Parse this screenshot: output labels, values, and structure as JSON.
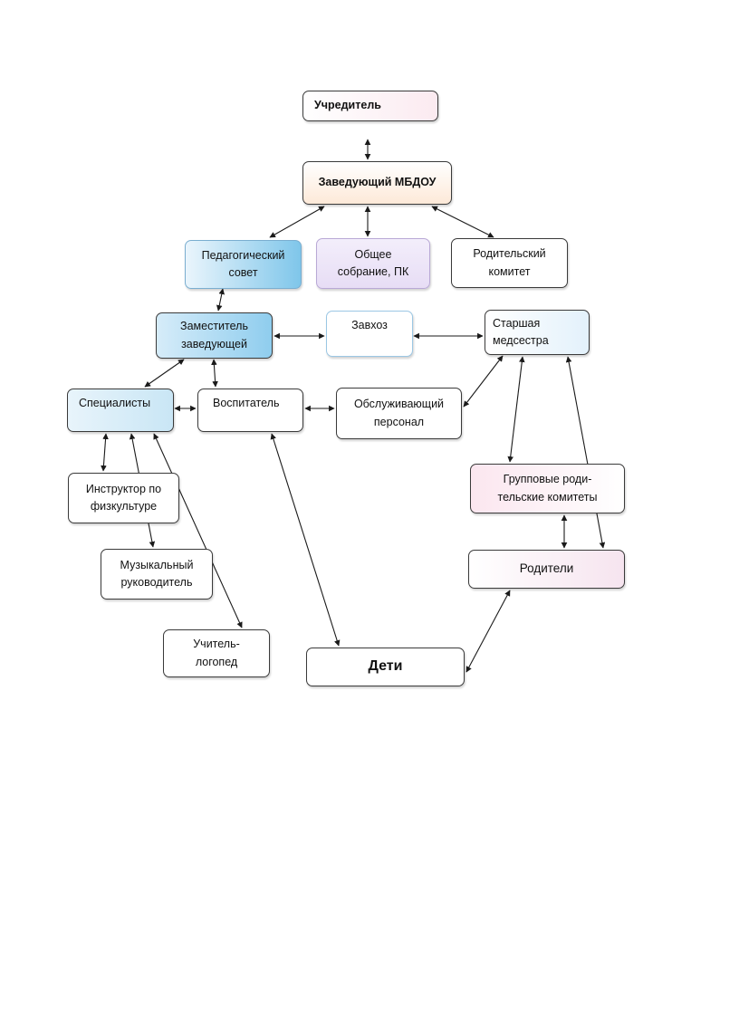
{
  "nodes": {
    "founder": "Учредитель",
    "head": "Заведующий МБДОУ",
    "pedagogical_council": "Педагогический\nсовет",
    "general_meeting": "Общее\nсобрание, ПК",
    "parent_committee": "Родительский\nкомитет",
    "deputy": "Заместитель\nзаведующей",
    "zavhoz": "Завхоз",
    "head_nurse": "Старшая\nмедсестра",
    "specialists": "Специалисты",
    "educator": "Воспитатель",
    "service_staff": "Обслуживающий\nперсонал",
    "pe_instructor": "Инструктор по\nфизкультуре",
    "group_committees": "Групповые роди-\nтельские комитеты",
    "music_director": "Музыкальный\nруководитель",
    "parents": "Родители",
    "speech_therapist": "Учитель-\nлогопед",
    "children": "Дети"
  },
  "colors": {
    "line": "#1a1a1a",
    "border": "#3a3a3a",
    "blue_fill": "#7fc6ea",
    "pink_fill": "#fbeaf0",
    "peach_fill": "#fde9d8",
    "lavender_fill": "#e7ddf5"
  }
}
